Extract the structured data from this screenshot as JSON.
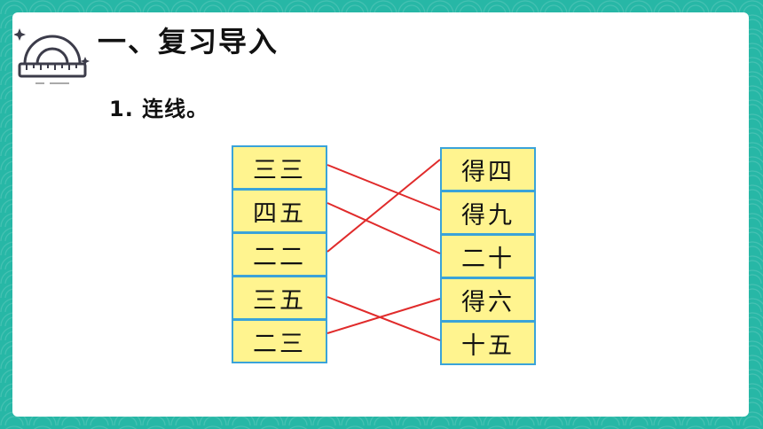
{
  "heading": "一、复习导入",
  "exercise": "1. 连线。",
  "left_items": [
    "三三",
    "四五",
    "二二",
    "三五",
    "二三"
  ],
  "right_items": [
    "得四",
    "得九",
    "二十",
    "得六",
    "十五"
  ],
  "connections": [
    [
      0,
      1
    ],
    [
      1,
      2
    ],
    [
      2,
      0
    ],
    [
      3,
      4
    ],
    [
      4,
      3
    ]
  ],
  "colors": {
    "frame": "#27b7a6",
    "box_fill": "#fff48f",
    "box_border": "#3aa3d9",
    "line": "#e02b2b"
  },
  "icons": {
    "logo": "protractor-ruler-icon"
  }
}
